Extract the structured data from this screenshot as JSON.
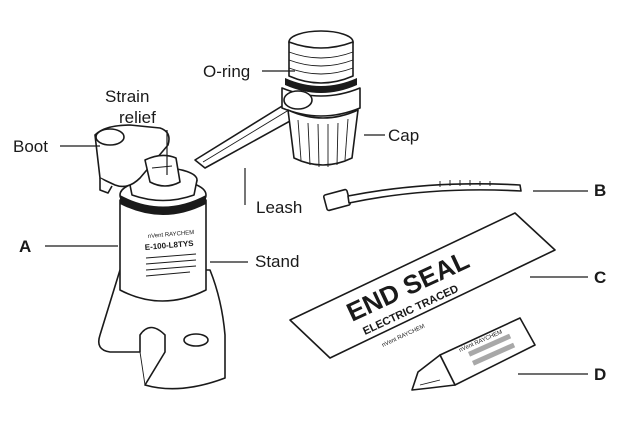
{
  "labels": {
    "o_ring": "O-ring",
    "strain_relief_1": "Strain",
    "strain_relief_2": "relief",
    "boot": "Boot",
    "cap": "Cap",
    "leash": "Leash",
    "stand": "Stand"
  },
  "letters": {
    "a": "A",
    "b": "B",
    "c": "C",
    "d": "D"
  },
  "package": {
    "title": "END SEAL",
    "subtitle": "ELECTRIC TRACED",
    "brand": "nVent RAYCHEM"
  },
  "stand_print": {
    "brand": "nVent RAYCHEM",
    "model": "E-100-L8TYS"
  },
  "tube_print": {
    "brand": "nVent RAYCHEM"
  }
}
